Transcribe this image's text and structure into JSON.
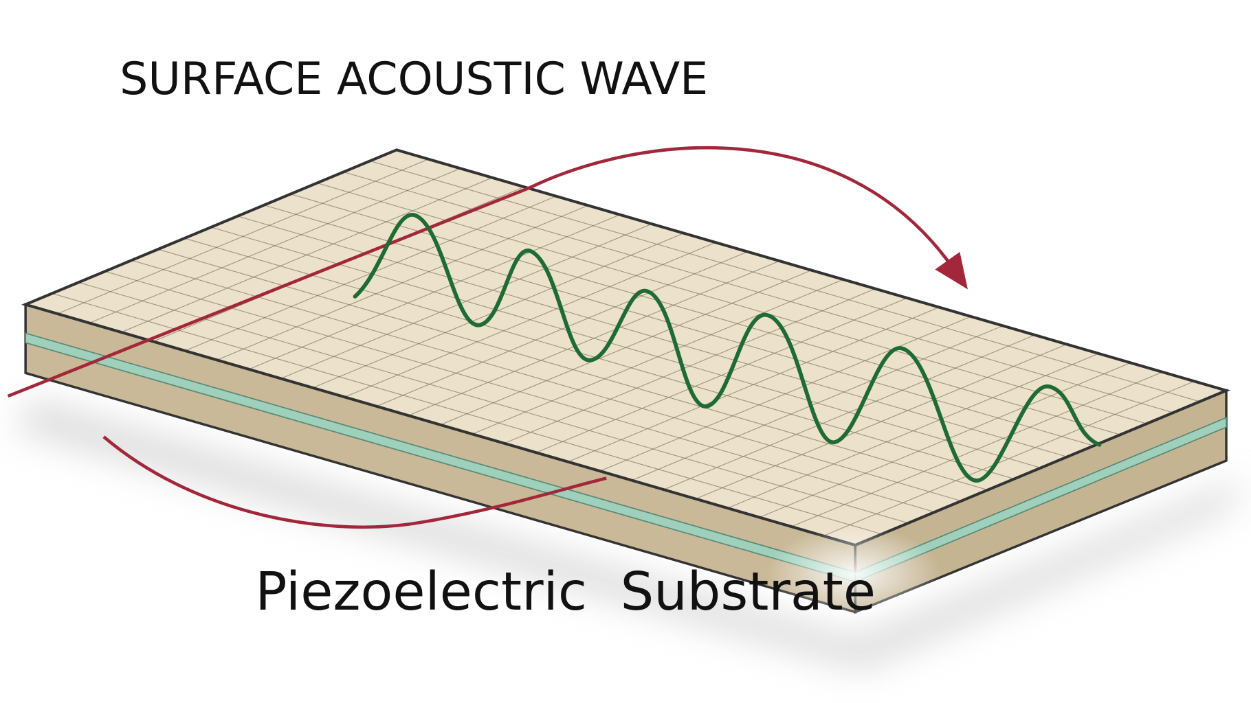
{
  "title": "SURFACE ACOUSTIC WAVE",
  "substrate_label": "Piezoelectric  Substrate",
  "colors": {
    "top_face": "#ece1cb",
    "side_face": "#c9b998",
    "layer": "#9fd0bb",
    "wave": "#1e6b33",
    "arrow": "#a3273a",
    "outline": "#333333",
    "grid": "#6f6656"
  },
  "grid": {
    "rows": 14,
    "cols": 26
  }
}
